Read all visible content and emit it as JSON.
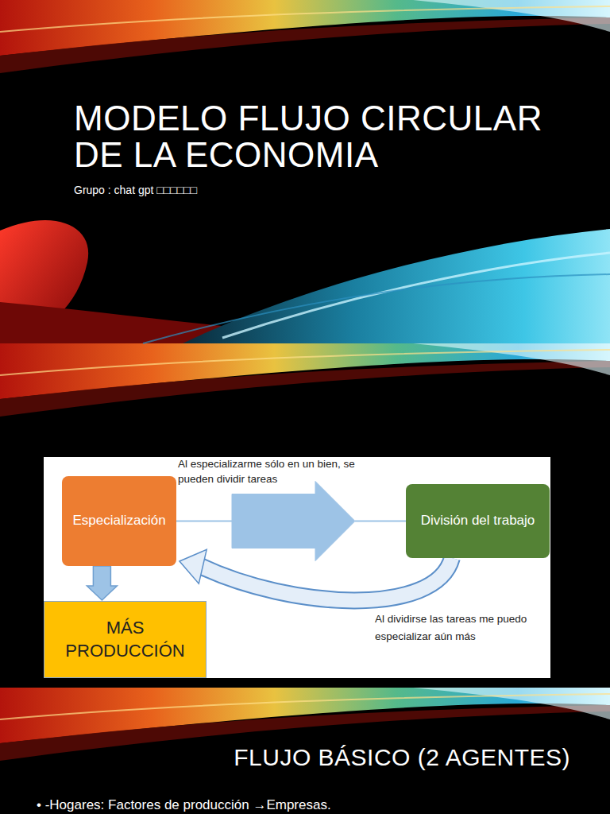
{
  "diagram": {
    "title": "MODELO FLUJO CIRCULAR DE LA ECONOMIA",
    "nodes": [
      {
        "text": [
          "Especialización"
        ]
      },
      {
        "text": [
          "División del trabajo"
        ]
      },
      {
        "text": [
          "MÁS PRODUCCIÓN"
        ]
      }
    ],
    "edges": [
      {
        "from": 0,
        "to": 1,
        "label": "Al especializarme sólo en un bien, se pueden dividir tareas",
        "arrow": "to"
      },
      {
        "from": 1,
        "to": 0,
        "label": "Al dividirse las tareas me puedo especializar aún más",
        "arrow": "to"
      },
      {
        "from": 0,
        "to": 2,
        "arrow": "to"
      }
    ],
    "labels": [
      "Grupo : chat gpt □□□□□□",
      "FLUJO BÁSICO (2 AGENTES)",
      "• -Hogares: Factores de producción →Empresas."
    ]
  }
}
